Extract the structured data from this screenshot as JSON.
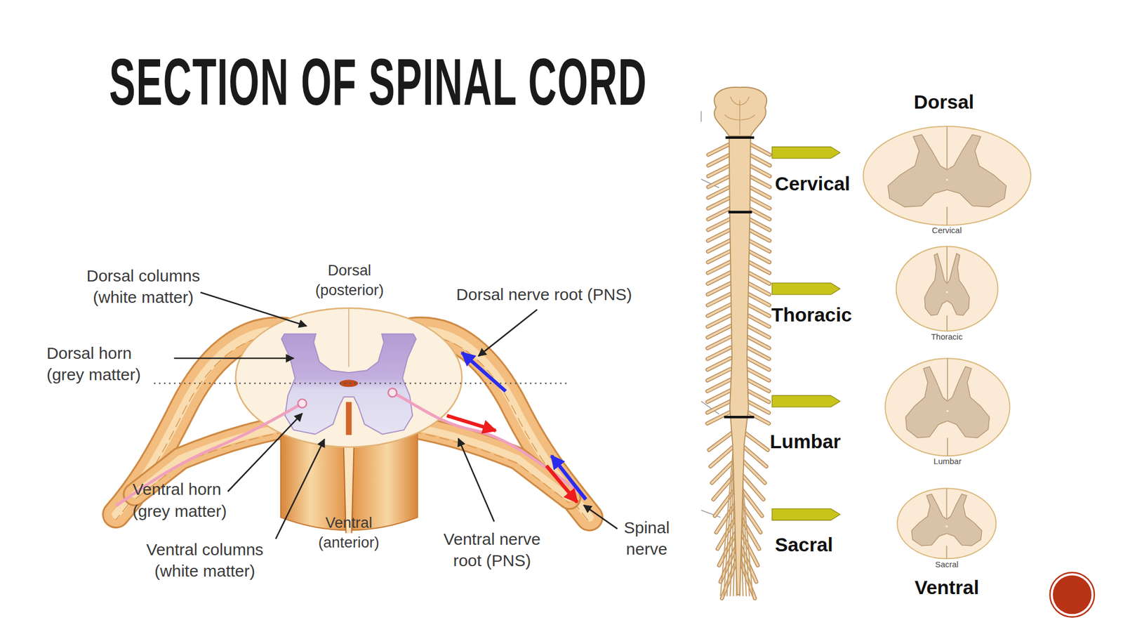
{
  "diagram": {
    "title": "SECTION OF SPINAL CORD",
    "nodes": [
      {
        "text": [
          "Cervical"
        ]
      },
      {
        "text": [
          "Thoracic"
        ]
      },
      {
        "text": [
          "Lumbar"
        ]
      },
      {
        "text": [
          "Sacral"
        ]
      }
    ],
    "labels": [
      "Dorsal columns (white matter)",
      "Dorsal (posterior)",
      "Dorsal nerve root (PNS)",
      "Dorsal horn (grey matter)",
      "Ventral horn (grey matter)",
      "Ventral columns (white matter)",
      "Ventral (anterior)",
      "Ventral nerve root (PNS)",
      "Spinal nerve",
      "Dorsal",
      "Cervical",
      "Thoracic",
      "Lumbar",
      "Sacral",
      "Ventral"
    ]
  }
}
